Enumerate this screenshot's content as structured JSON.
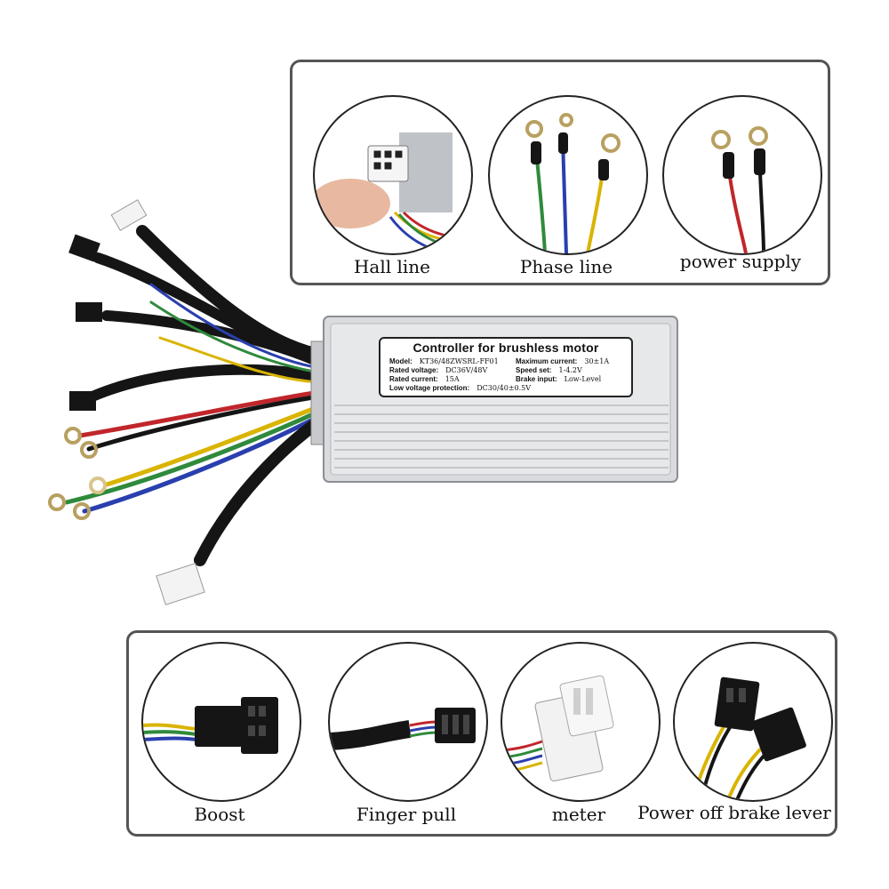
{
  "top_panel": {
    "items": [
      {
        "label": "Hall line"
      },
      {
        "label": "Phase line"
      },
      {
        "label": "power supply"
      }
    ]
  },
  "bottom_panel": {
    "items": [
      {
        "label": "Boost"
      },
      {
        "label": "Finger pull"
      },
      {
        "label": "meter"
      },
      {
        "label": "Power off brake lever"
      }
    ]
  },
  "controller_label": {
    "title": "Controller for brushless motor",
    "model_label": "Model:",
    "model_value": "KT36/48ZWSRL-FF01",
    "max_current_label": "Maximum current:",
    "max_current_value": "30±1A",
    "rated_voltage_label": "Rated voltage:",
    "rated_voltage_value": "DC36V/48V",
    "speed_set_label": "Speed set:",
    "speed_set_value": "1-4.2V",
    "rated_current_label": "Rated current:",
    "rated_current_value": "15A",
    "brake_input_label": "Brake input:",
    "brake_input_value": "Low-Level",
    "low_voltage_label": "Low voltage protection:",
    "low_voltage_value": "DC30/40±0.5V"
  },
  "colors": {
    "panel_border": "#555555",
    "housing": "#d9dbde",
    "wire_red": "#c0262b",
    "wire_yellow": "#d9b400",
    "wire_green": "#2f8a3c",
    "wire_blue": "#2a3fae",
    "wire_black": "#151515"
  }
}
